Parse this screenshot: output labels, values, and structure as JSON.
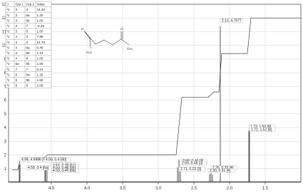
{
  "chart_data": {
    "type": "line",
    "title": "",
    "xlabel": "",
    "ylabel": "",
    "x_reversed": true,
    "xlim": [
      5.1,
      1.0
    ],
    "ylim": [
      0,
      13
    ],
    "grid": true,
    "x_ticks": [
      "4.5",
      "4.0",
      "3.5",
      "3.0",
      "2.5",
      "2.0",
      "1.5"
    ],
    "x_tick_values": [
      4.5,
      4.0,
      3.5,
      3.0,
      2.5,
      2.0,
      1.5
    ],
    "y_ticks": [
      "1",
      "2",
      "3",
      "4",
      "5",
      "6",
      "7",
      "8",
      "9",
      "10",
      "11",
      "12",
      "13"
    ],
    "y_tick_values": [
      1,
      2,
      3,
      4,
      5,
      6,
      7,
      8,
      9,
      10,
      11,
      12,
      13
    ],
    "peaks": [
      {
        "x": 4.95,
        "height": 1.25
      },
      {
        "x": 4.94,
        "height": 1.35
      },
      {
        "x": 4.59,
        "height": 1.15
      },
      {
        "x": 4.58,
        "height": 1.2
      },
      {
        "x": 4.56,
        "height": 1.1
      },
      {
        "x": 2.73,
        "height": 1.1
      },
      {
        "x": 2.71,
        "height": 1.65
      },
      {
        "x": 2.69,
        "height": 1.1
      },
      {
        "x": 2.28,
        "height": 0.6
      },
      {
        "x": 2.26,
        "height": 0.7
      },
      {
        "x": 2.24,
        "height": 0.55
      },
      {
        "x": 2.13,
        "height": 11.4
      },
      {
        "x": 1.73,
        "height": 3.8
      },
      {
        "x": 1.72,
        "height": 3.7
      }
    ],
    "integral": [
      {
        "x": 5.05,
        "y": 0.9
      },
      {
        "x": 4.97,
        "y": 0.9
      },
      {
        "x": 4.93,
        "y": 1.8
      },
      {
        "x": 4.6,
        "y": 1.8
      },
      {
        "x": 4.55,
        "y": 2.0
      },
      {
        "x": 2.75,
        "y": 2.0
      },
      {
        "x": 2.67,
        "y": 6.2
      },
      {
        "x": 2.3,
        "y": 6.2
      },
      {
        "x": 2.22,
        "y": 6.6
      },
      {
        "x": 2.15,
        "y": 6.6
      },
      {
        "x": 2.11,
        "y": 9.4
      },
      {
        "x": 1.75,
        "y": 9.4
      },
      {
        "x": 1.7,
        "y": 12.0
      },
      {
        "x": 1.0,
        "y": 12.0
      }
    ],
    "annotations": [
      {
        "text": "4.94, 4.9486 [6c]",
        "x": 4.94,
        "y": 1.55
      },
      {
        "text": "4.58, 0.4 [6a]",
        "x": 4.85,
        "y": 0.95
      },
      {
        "text": "4.58, 0.4 [6b]",
        "x": 4.6,
        "y": 1.55
      },
      {
        "text": "4.54, 0.48 [6a]",
        "x": 4.5,
        "y": 1.15
      },
      {
        "text": "4.53, 0.48 [6b]",
        "x": 4.5,
        "y": 1.0
      },
      {
        "text": "4.53, 0.46 [6b]",
        "x": 4.5,
        "y": 0.75
      },
      {
        "text": "2.68, 0.46 [3]",
        "x": 2.68,
        "y": 1.45
      },
      {
        "text": "2.69, 0.48 [3]",
        "x": 2.69,
        "y": 1.3
      },
      {
        "text": "2.71, 0.22 [3]",
        "x": 2.71,
        "y": 0.85
      },
      {
        "text": "2.26, 0.35 [4]",
        "x": 2.26,
        "y": 0.95
      },
      {
        "text": "2.30, 0.31 [4]",
        "x": 2.3,
        "y": 0.75
      },
      {
        "text": "2.13, 4.7077",
        "x": 2.13,
        "y": 11.7
      },
      {
        "text": "1.73, 1.50 [8]",
        "x": 1.73,
        "y": 3.95
      },
      {
        "text": "1.72, 1.52 [8]",
        "x": 1.72,
        "y": 3.75
      }
    ],
    "coupling_table": {
      "headers": [
        "J",
        "Grp 1",
        "Grp 2",
        "Value"
      ],
      "rows": [
        [
          "²J",
          "3",
          "3",
          "14.20"
        ],
        [
          "³J",
          "3",
          "6a",
          "1.20"
        ],
        [
          "³J",
          "3",
          "6b",
          "1.00"
        ],
        [
          "³J",
          "3",
          "7",
          "-0.23"
        ],
        [
          "³J",
          "3",
          "8",
          "1.00"
        ],
        [
          "³J",
          "4",
          "3",
          "7.88"
        ],
        [
          "²J",
          "4",
          "4",
          "14.78"
        ],
        [
          "³J",
          "4",
          "6a",
          "0.40"
        ],
        [
          "³J",
          "4",
          "6b",
          "1.12"
        ],
        [
          "³J",
          "4",
          "8",
          "1.00"
        ],
        [
          "³J",
          "6a",
          "6b",
          "1.60"
        ],
        [
          "³J",
          "7",
          "7",
          "0.21"
        ],
        [
          "³J",
          "8",
          "6a",
          "1.25"
        ],
        [
          "³J",
          "8",
          "6b",
          "1.60"
        ],
        [
          "³J",
          "8",
          "8",
          "2.09"
        ]
      ]
    },
    "structure_atoms": [
      "H",
      "H₂C",
      "O",
      "CH₃"
    ]
  }
}
